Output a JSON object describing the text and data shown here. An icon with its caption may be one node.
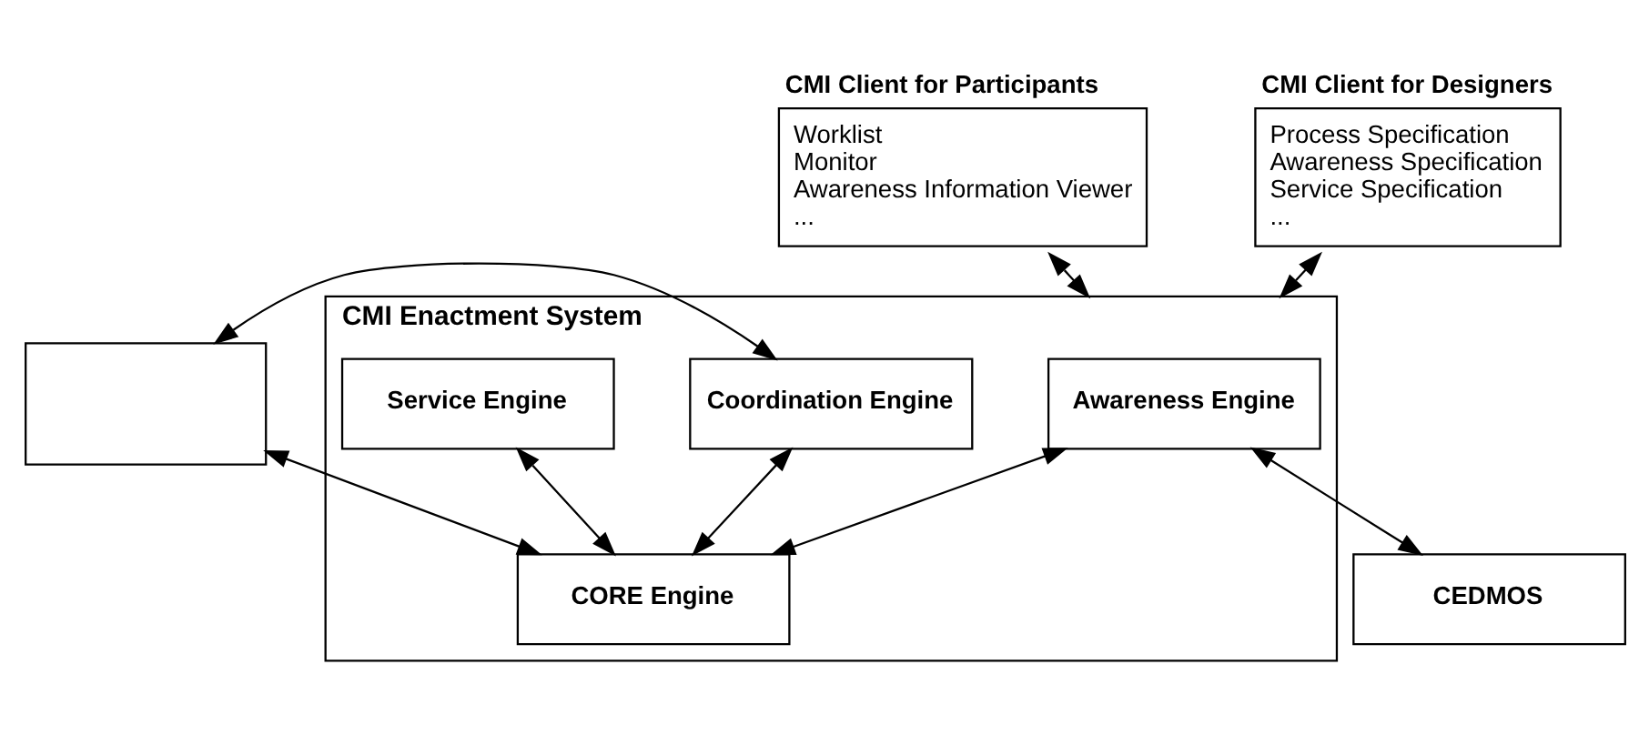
{
  "diagram": {
    "nodes": [
      {
        "text": [
          "CMI Client for Participants",
          "Worklist",
          "Monitor",
          "Awareness Information Viewer",
          "..."
        ]
      },
      {
        "text": [
          "CMI Client for Designers",
          "Process Specification",
          "Awareness Specification",
          "Service Specification",
          "..."
        ]
      },
      {
        "text": [
          "CMI Enactment System"
        ]
      },
      {
        "text": [
          "Coordination Engine"
        ],
        "in": 2
      },
      {
        "text": [
          "Service Engine"
        ],
        "in": 2
      },
      {
        "text": [
          "Awareness Engine"
        ],
        "in": 2
      },
      {
        "text": [],
        "shape": "box"
      },
      {
        "text": [
          "CORE Engine"
        ],
        "in": 2
      },
      {
        "text": [
          "CEDMOS"
        ]
      }
    ],
    "edges": [
      {
        "from": 0,
        "to": 2,
        "arrow": "both"
      },
      {
        "from": 1,
        "to": 2,
        "arrow": "both"
      },
      {
        "from": 3,
        "to": 6,
        "arrow": "both"
      },
      {
        "from": 6,
        "to": 7,
        "arrow": "both"
      },
      {
        "from": 3,
        "to": 7,
        "arrow": "both"
      },
      {
        "from": 4,
        "to": 7,
        "arrow": "both"
      },
      {
        "from": 5,
        "to": 7,
        "arrow": "both"
      },
      {
        "from": 5,
        "to": 8,
        "arrow": "both"
      }
    ]
  }
}
